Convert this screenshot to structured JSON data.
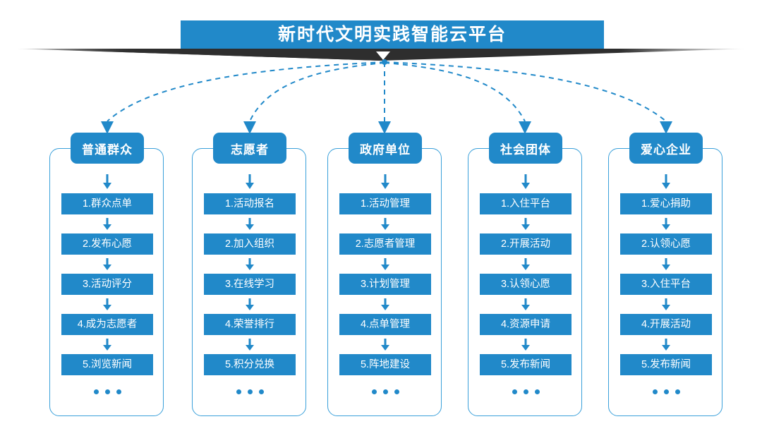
{
  "banner": {
    "title": "新时代文明实践智能云平台",
    "chevron_icon": "chevron-down-icon",
    "color": "#2189c9",
    "ribbon_color": "#2e2e2e"
  },
  "theme": {
    "accent": "#2189c9",
    "frame_border": "#3aa0da",
    "connector": "#2189c9",
    "text_on_accent": "#ffffff",
    "background": "#ffffff"
  },
  "connectors": {
    "style": "dashed",
    "arrowhead_icon": "arrow-down-icon",
    "hub_label": "",
    "count": 5
  },
  "columns": [
    {
      "header": "普通群众",
      "items": [
        "1.群众点单",
        "2.发布心愿",
        "3.活动评分",
        "4.成为志愿者",
        "5.浏览新闻"
      ],
      "more": "..."
    },
    {
      "header": "志愿者",
      "items": [
        "1.活动报名",
        "2.加入组织",
        "3.在线学习",
        "4.荣誉排行",
        "5.积分兑换"
      ],
      "more": "..."
    },
    {
      "header": "政府单位",
      "items": [
        "1.活动管理",
        "2.志愿者管理",
        "3.计划管理",
        "4.点单管理",
        "5.阵地建设"
      ],
      "more": "..."
    },
    {
      "header": "社会团体",
      "items": [
        "1.入住平台",
        "2.开展活动",
        "3.认领心愿",
        "4.资源申请",
        "5.发布新闻"
      ],
      "more": "..."
    },
    {
      "header": "爱心企业",
      "items": [
        "1.爱心捐助",
        "2.认领心愿",
        "3.入住平台",
        "4.开展活动",
        "5.发布新闻"
      ],
      "more": "..."
    }
  ]
}
